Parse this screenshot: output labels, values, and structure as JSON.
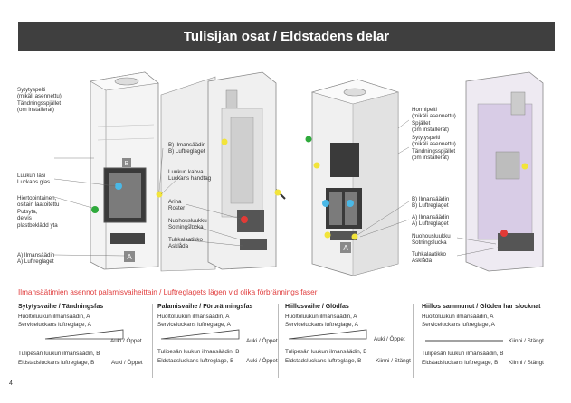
{
  "title": "Tulisijan osat / Eldstadens delar",
  "labels": {
    "l1": [
      "Sytytyspelti",
      "(mikäli asennettu)",
      "Tändningsspjället",
      "(om installerat)"
    ],
    "l2": [
      "Luukun lasi",
      "Luckans glas"
    ],
    "l3": [
      "Hiertopintainen,",
      "ositain laatoitettu",
      "Putsyta,",
      "delvis",
      "plastbeklädd yta"
    ],
    "l4": [
      "A) Ilmansäädin",
      "A) Luftreglaget"
    ],
    "c1": [
      "B) Ilmansäädin",
      "B) Luftreglaget"
    ],
    "c2": [
      "Luukun kahva",
      "Luckans handtag"
    ],
    "c3": [
      "Arina",
      "Roster"
    ],
    "c4": [
      "Nuohousluukku",
      "Sotningslucka"
    ],
    "c5": [
      "Tuhkalaatikko",
      "Asklåda"
    ],
    "r1": [
      "Hormipelti",
      "(mikäli asennettu)",
      "Spjället",
      "(om installerat)"
    ],
    "r2": [
      "Sytytyspelti",
      "(mikäli asennettu)",
      "Tändningsspjället",
      "(om installerat)"
    ],
    "r3": [
      "B) Ilmansäädin",
      "B) Luftreglaget"
    ],
    "r4": [
      "A) Ilmansäädin",
      "A) Luftreglaget"
    ],
    "r5": [
      "Nuohousluukku",
      "Sotningslucka"
    ],
    "r6": [
      "Tuhkalaatikko",
      "Asklåda"
    ]
  },
  "marker_letter_a": "A",
  "marker_letter_b": "B",
  "phase_heading": "Ilmansäätimien asennot palamisvaiheittain / Luftreglagets lägen vid olika förbrännings faser",
  "phases": [
    {
      "title": "Sytytysvaihe / Tändningsfas",
      "a_fi": "Huoltoluukun ilmansäädin, A",
      "a_sv": "Serviceluckans luftreglage, A",
      "a_state": "Auki / Öppet",
      "b_fi": "Tulipesän luukun ilmansäädin, B",
      "b_sv": "Eldstadsluckans luftreglage, B",
      "b_state": "Auki / Öppet"
    },
    {
      "title": "Palamisvaihe / Förbränningsfas",
      "a_fi": "Huoltoluukun ilmansäädin, A",
      "a_sv": "Serviceluckans luftreglage, A",
      "a_state": "Auki / Öppet",
      "b_fi": "Tulipesän luukun ilmansäädin, B",
      "b_sv": "Eldstadsluckans luftreglage, B",
      "b_state": "Auki / Öppet"
    },
    {
      "title": "Hiillosvaihe / Glödfas",
      "a_fi": "Huoltoluukun ilmansäädin, A",
      "a_sv": "Serviceluckans luftreglage, A",
      "a_state": "Auki / Öppet",
      "b_fi": "Tulipesän luukun ilmansäädin, B",
      "b_sv": "Eldstadsluckans luftreglage, B",
      "b_state": "Kiinni / Stängt"
    },
    {
      "title": "Hiillos sammunut / Glöden har slocknat",
      "a_fi": "Huoltoluukun ilmansäädin, A",
      "a_sv": "Serviceluckans luftreglage, A",
      "a_state": "Kiinni / Stängt",
      "b_fi": "Tulipesän luukun ilmansäädin, B",
      "b_sv": "Eldstadsluckans luftreglage, B",
      "b_state": "Kiinni / Stängt"
    }
  ],
  "page_number": "4",
  "colors": {
    "title_bg": "#3f3f3f",
    "heading_red": "#e03c3c",
    "dot_green": "#2faa3c",
    "dot_yellow": "#f2e43a",
    "dot_blue": "#4ab8e6",
    "dot_red": "#e23a36",
    "marker_grey": "#8a8a8a",
    "lining_violet": "#d8cce6"
  }
}
